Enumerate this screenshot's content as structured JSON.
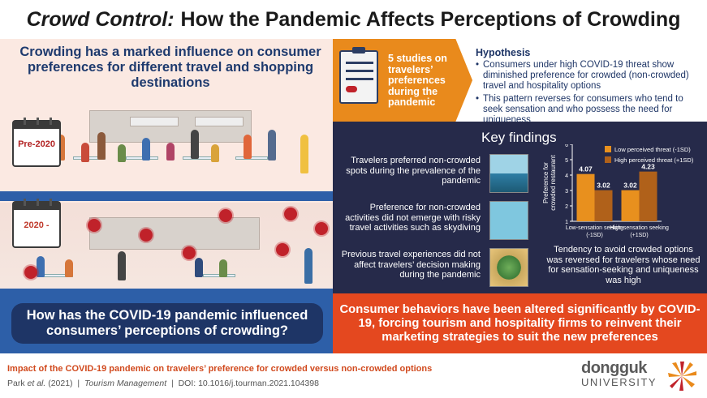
{
  "title": {
    "emphasis": "Crowd Control:",
    "rest": "How the Pandemic Affects Perceptions of Crowding"
  },
  "left_panel": {
    "heading": "Crowding has a marked influence on consumer preferences for different travel and shopping destinations",
    "calendar_top": "Pre-2020",
    "calendar_bottom": "2020 -",
    "question": "How has the COVID-19 pandemic influenced consumers’ perceptions of crowding?"
  },
  "studies": "5 studies on travelers’ preferences during the pandemic",
  "hypothesis": {
    "title": "Hypothesis",
    "items": [
      "Consumers under high COVID-19 threat show diminished preference for crowded (non-crowded) travel and hospitality options",
      "This pattern reverses for consumers who tend to seek sensation and who possess the need for uniqueness"
    ]
  },
  "key_findings": {
    "title": "Key findings",
    "items": [
      "Travelers preferred non-crowded spots during the prevalence of the pandemic",
      "Preference for non-crowded activities did not emerge with risky travel activities such as skydiving",
      "Previous travel experiences did not affect travelers’ decision making during the pandemic"
    ],
    "tendency": "Tendency to avoid crowded options was reversed for travelers whose need for sensation-seeking and uniqueness was high"
  },
  "chart_data": {
    "type": "bar",
    "ylabel": "Preference for crowded restaurant",
    "ylim": [
      1,
      6
    ],
    "yticks": [
      "1",
      "2",
      "3",
      "4",
      "5",
      "6"
    ],
    "categories": [
      "Low-sensation seeking (-1SD)",
      "High-sensation seeking (+1SD)"
    ],
    "series": [
      {
        "name": "Low perceived threat (-1SD)",
        "values": [
          4.07,
          3.02
        ],
        "labels": [
          "4.07",
          "3.02"
        ],
        "color": "#e8901e"
      },
      {
        "name": "High perceived threat (+1SD)",
        "values": [
          3.02,
          4.23
        ],
        "labels": [
          "3.02",
          "4.23"
        ],
        "color": "#b0611a"
      }
    ],
    "legend": "top-right"
  },
  "conclusion": "Consumer behaviors have been altered significantly by COVID-19, forcing tourism and hospitality firms to reinvent their marketing strategies to suit the new preferences",
  "footer": {
    "paper_title": "Impact of the COVID-19 pandemic on travelers’ preference for crowded versus non-crowded options",
    "authors": "Park",
    "et_al": "et al.",
    "year": "(2021)",
    "sep1": "|",
    "journal": "Tourism Management",
    "sep2": "|",
    "doi": "DOI: 10.1016/j.tourman.2021.104398"
  },
  "logo": {
    "line1": "dongguk",
    "line2": "UNIVERSITY"
  },
  "colors": {
    "navy": "#262a4a",
    "orange": "#e98a1c",
    "red_orange": "#e4481f",
    "blue": "#1e3566"
  },
  "icons": [
    "clipboard-checklist-icon",
    "calendar-icon",
    "virus-icon",
    "dongguk-logo-icon"
  ]
}
